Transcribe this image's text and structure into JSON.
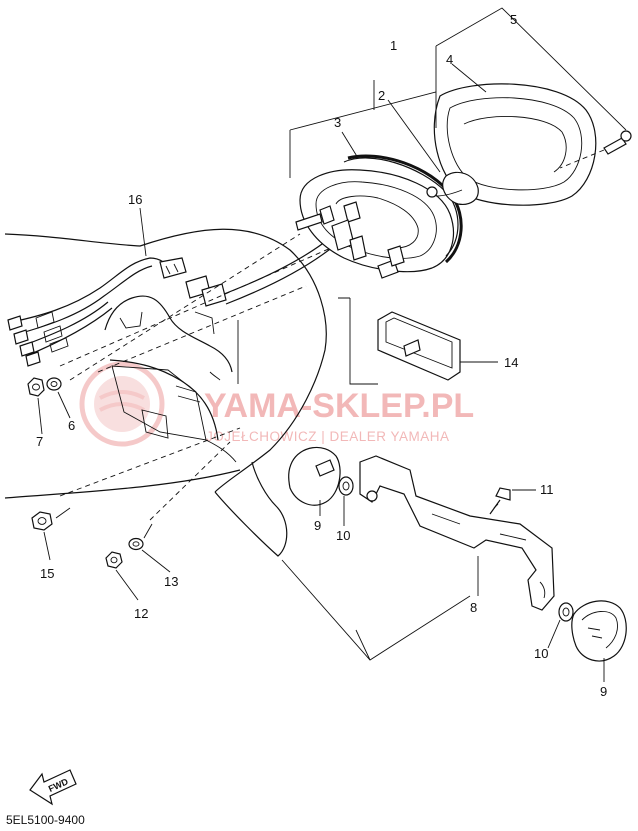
{
  "diagram": {
    "part_numbers": [
      "1",
      "2",
      "3",
      "4",
      "5",
      "6",
      "7",
      "8",
      "9",
      "9",
      "10",
      "10",
      "11",
      "12",
      "13",
      "14",
      "15",
      "16"
    ],
    "callouts": {
      "p1": "1",
      "p2": "2",
      "p3": "3",
      "p4": "4",
      "p5": "5",
      "p6": "6",
      "p7": "7",
      "p8": "8",
      "p9a": "9",
      "p9b": "9",
      "p10a": "10",
      "p10b": "10",
      "p11": "11",
      "p12": "12",
      "p13": "13",
      "p14": "14",
      "p15": "15",
      "p16": "16"
    },
    "diagram_code": "5EL5100-9400",
    "direction_label": "FWD"
  },
  "watermark": {
    "brand": "YAMA-SKLEP.PL",
    "tagline": "JOJEŁCHOWICZ | DEALER YAMAHA"
  },
  "colors": {
    "line": "#111111",
    "watermark": "#f2b8b8"
  }
}
